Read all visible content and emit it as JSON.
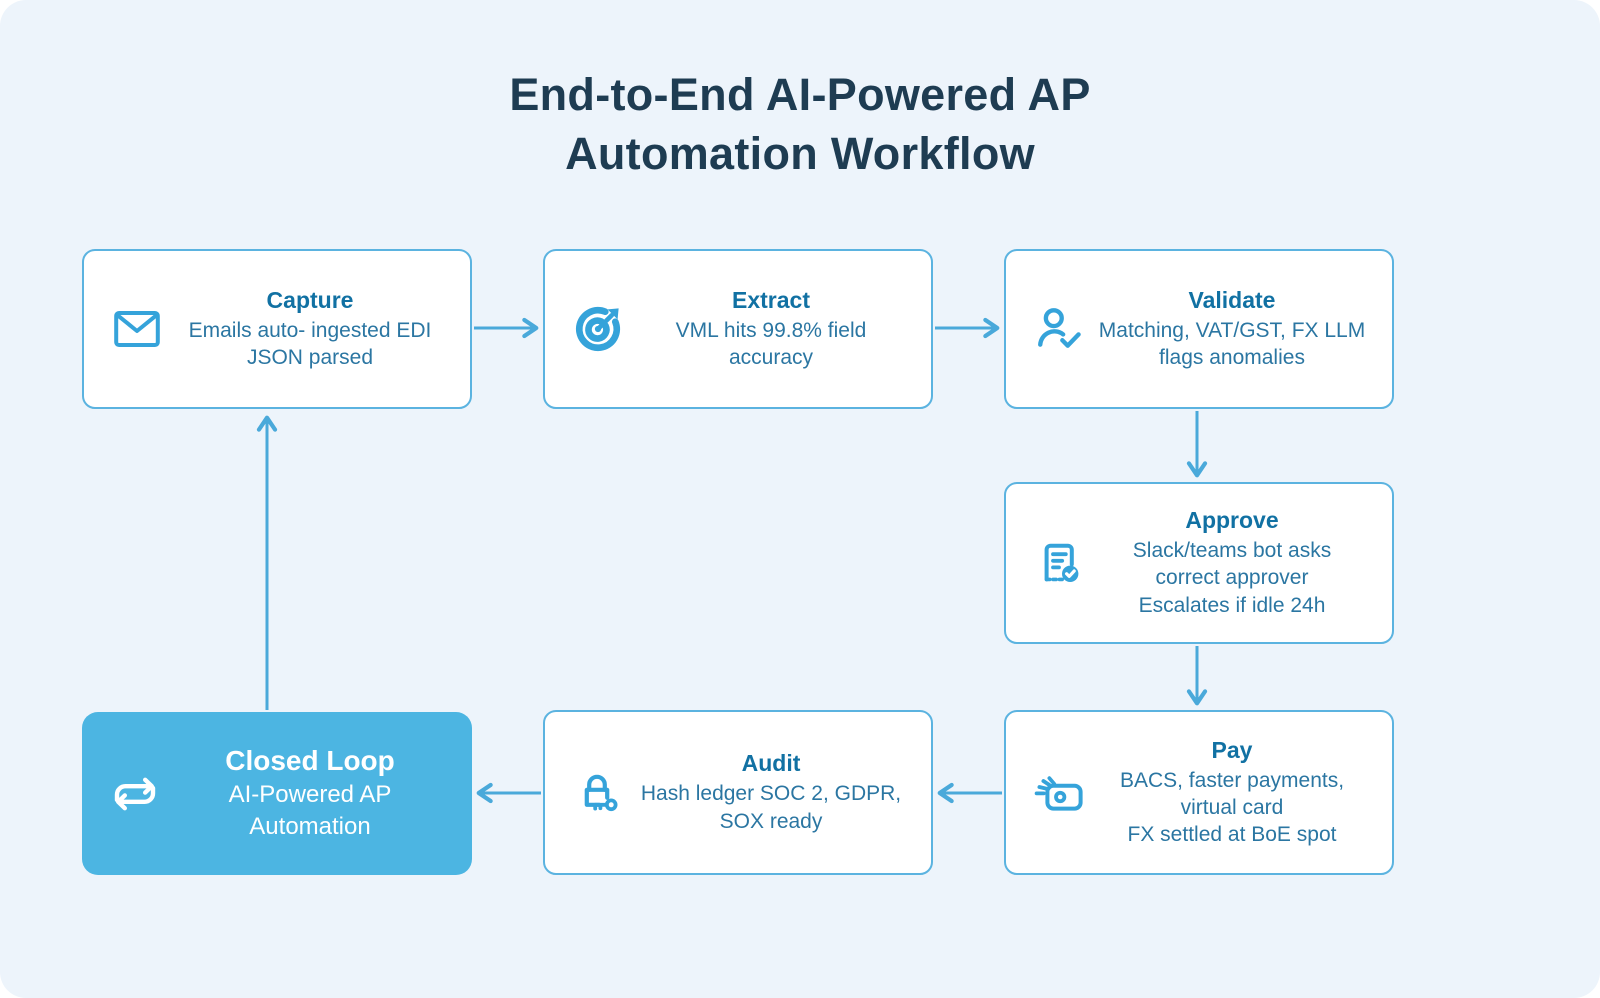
{
  "title": {
    "line1": "End-to-End AI-Powered AP",
    "line2": "Automation Workflow"
  },
  "nodes": {
    "capture": {
      "title": "Capture",
      "body": "Emails auto- ingested EDI\nJSON parsed",
      "icon": "mail-icon"
    },
    "extract": {
      "title": "Extract",
      "body": "VML hits 99.8% field\naccuracy",
      "icon": "target-dart-icon"
    },
    "validate": {
      "title": "Validate",
      "body": "Matching, VAT/GST, FX LLM\nflags anomalies",
      "icon": "user-check-icon"
    },
    "approve": {
      "title": "Approve",
      "body": "Slack/teams bot asks\ncorrect approver\nEscalates if idle 24h",
      "icon": "document-check-icon"
    },
    "pay": {
      "title": "Pay",
      "body": "BACS, faster payments,\nvirtual card\nFX settled at BoE spot",
      "icon": "hand-card-icon"
    },
    "audit": {
      "title": "Audit",
      "body": "Hash ledger SOC 2, GDPR,\nSOX ready",
      "icon": "lock-key-icon"
    },
    "closed_loop": {
      "title": "Closed Loop",
      "body": "AI-Powered AP\nAutomation",
      "icon": "loop-icon",
      "highlighted": true
    }
  },
  "flow_order": [
    "Capture",
    "Extract",
    "Validate",
    "Approve",
    "Pay",
    "Audit",
    "Closed Loop",
    "Capture"
  ],
  "colors": {
    "background": "#edf4fb",
    "box_background": "#ffffff",
    "box_border": "#5bb3e0",
    "node_title_text": "#1171a3",
    "node_body_text": "#2b76a2",
    "page_title_text": "#1e3c52",
    "arrow": "#4aa9da",
    "icon": "#35a3da",
    "closed_loop_fill": "#4cb5e2",
    "closed_loop_text": "#ffffff"
  }
}
